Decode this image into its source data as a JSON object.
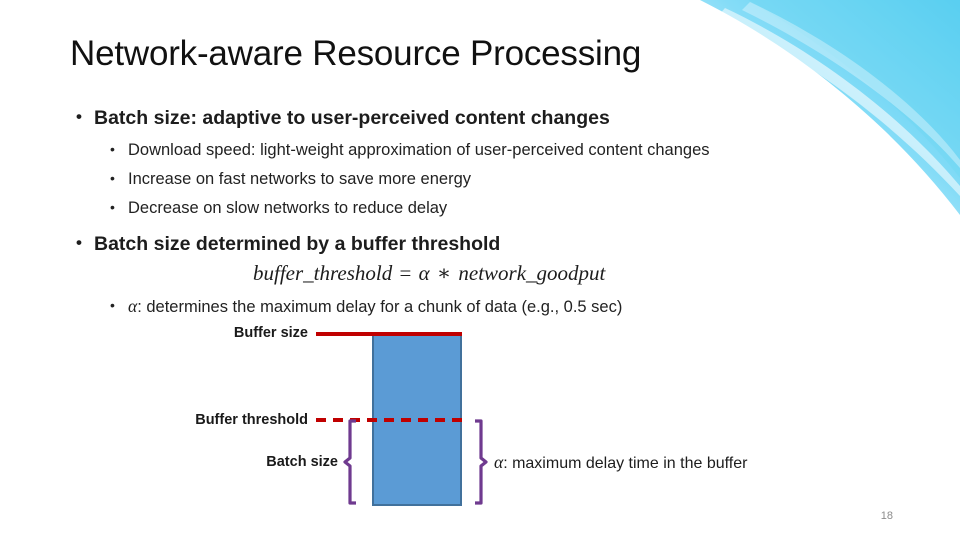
{
  "slide": {
    "title": "Network-aware Resource Processing",
    "page_number": "18",
    "accent_blue": "#5B9BD5",
    "accent_blue_border": "#41719C",
    "accent_red": "#C00000",
    "accent_purple": "#6F3A8F",
    "swoosh_color": "#62D8F5"
  },
  "bullets": {
    "b1": "Batch size: adaptive to user-perceived content changes",
    "b1_subs": [
      "Download speed: light-weight approximation of user-perceived content changes",
      "Increase on fast networks to save more energy",
      "Decrease on slow networks to reduce delay"
    ],
    "b2": "Batch size determined by a buffer threshold",
    "formula": {
      "lhs": "buffer_threshold",
      "eq": "=",
      "alpha": "α",
      "star": "∗",
      "rhs": "network_goodput"
    },
    "b2_sub_alpha": "α",
    "b2_sub_rest": ": determines the maximum delay for a chunk of data (e.g., 0.5 sec)"
  },
  "diagram": {
    "label_buffer_size": "Buffer size",
    "label_buffer_threshold": "Buffer threshold",
    "label_batch_size": "Batch size",
    "label_alpha_alpha": "α",
    "label_alpha_rest": ": maximum delay time in the buffer"
  }
}
